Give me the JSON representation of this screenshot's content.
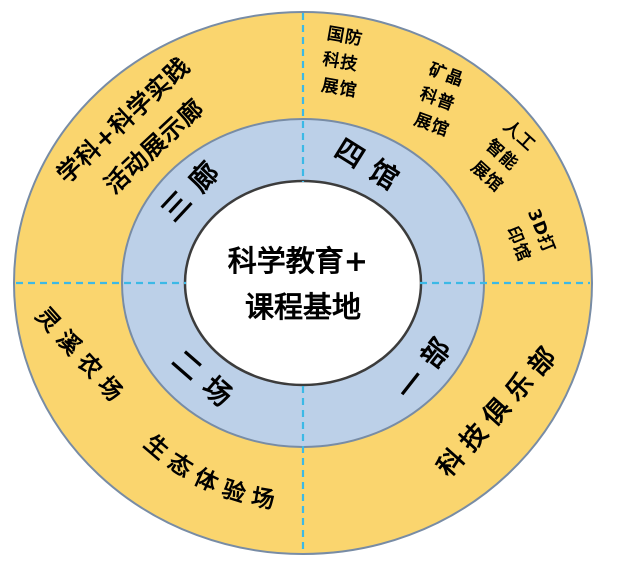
{
  "colors": {
    "outer_ring": "#FAD56E",
    "inner_ring": "#BCD0E8",
    "center_circle": "#FFFFFF",
    "ring_border": "#788CA5",
    "center_border": "#3C3C3C",
    "divider": "#3CB9E6",
    "text": "#000000"
  },
  "center": {
    "line1": "科学教育+",
    "line2": "课程基地"
  },
  "inner_ring": {
    "top_left": "三廊",
    "top_right": "四馆",
    "bottom_left": "二场",
    "bottom_right": "一部"
  },
  "outer_ring": {
    "top_left": {
      "line1": "学科+科学实践",
      "line2": "活动展示廊"
    },
    "top_right": {
      "defense_hall": {
        "line1": "国防",
        "line2": "科技",
        "line3": "展馆"
      },
      "mineral_hall": {
        "line1": "矿晶",
        "line2": "科普",
        "line3": "展馆"
      },
      "ai_hall": {
        "line1": "人工",
        "line2": "智能",
        "line3": "展馆"
      },
      "printing_hall": {
        "line1": "3D打",
        "line2": "印馆"
      }
    },
    "bottom_left": {
      "farm": "灵溪农场",
      "eco_field": "生态体验场"
    },
    "bottom_right": {
      "club": "科技俱乐部"
    }
  }
}
